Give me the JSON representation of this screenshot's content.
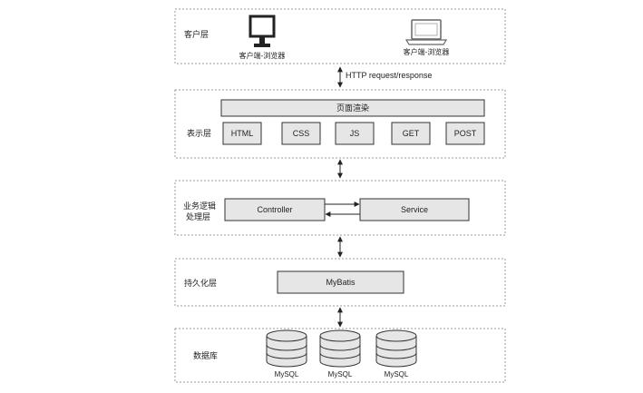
{
  "layers": {
    "client": {
      "label": "客户层",
      "desktop_label": "客户端-浏览器",
      "laptop_label": "客户端-浏览器",
      "desktop_icon": "desktop-monitor-icon",
      "laptop_icon": "laptop-icon"
    },
    "presentation": {
      "label": "表示层",
      "render_label": "页面渲染",
      "items": [
        "HTML",
        "CSS",
        "JS",
        "GET",
        "POST"
      ]
    },
    "business": {
      "label_line1": "业务逻辑",
      "label_line2": "处理层",
      "controller": "Controller",
      "service": "Service"
    },
    "persistence": {
      "label": "持久化层",
      "mybatis": "MyBatis"
    },
    "database": {
      "label": "数据库",
      "db_icon": "database-cylinder-icon",
      "databases": [
        "MySQL",
        "MySQL",
        "MySQL"
      ]
    }
  },
  "connector_label": "HTTP request/response",
  "colors": {
    "box_fill": "#e6e6e6",
    "stroke": "#333333",
    "layer_border": "#999999"
  }
}
